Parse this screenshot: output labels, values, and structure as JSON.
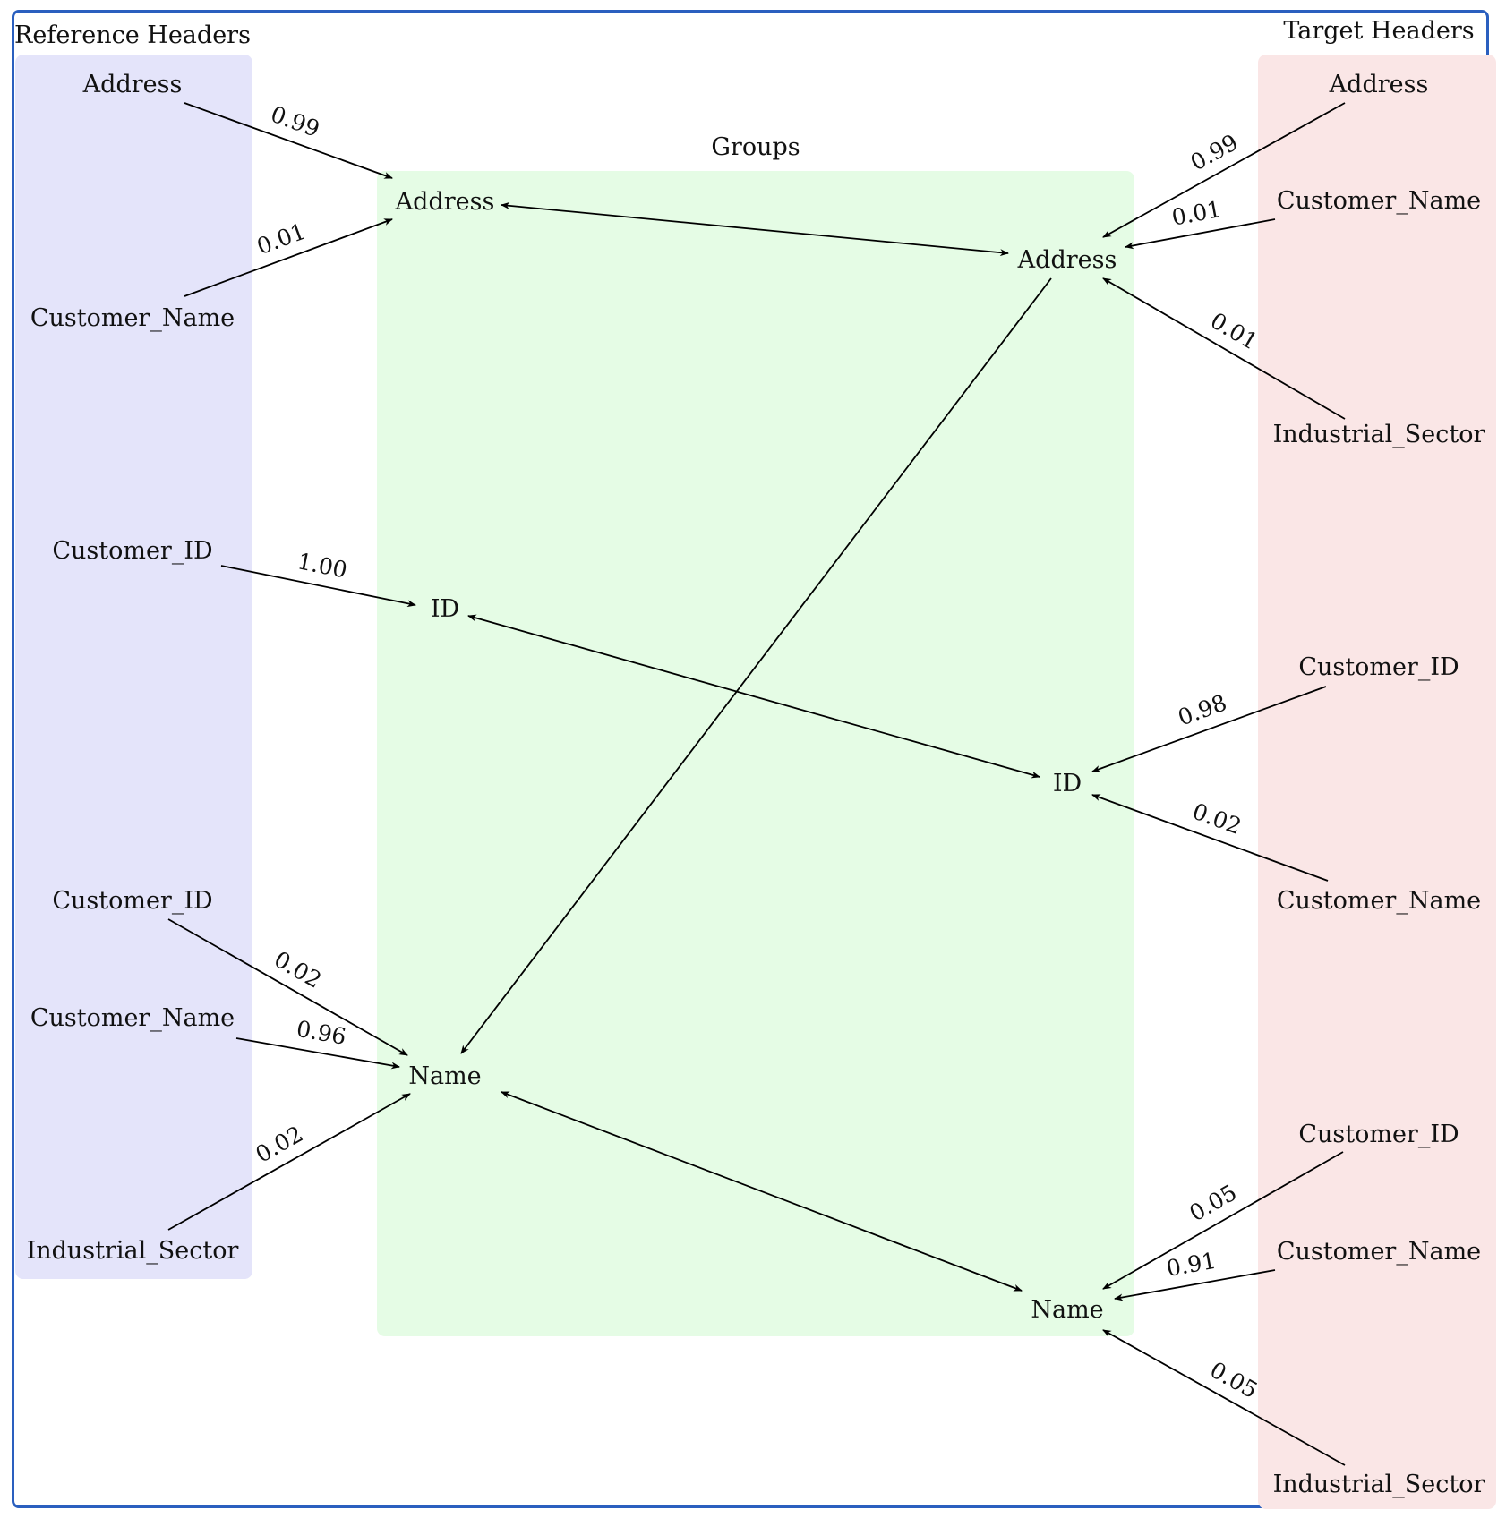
{
  "colors": {
    "frame": "#2a5fbf",
    "reference_panel": "#e4e4fa",
    "groups_panel": "#e5fce5",
    "target_panel": "#fae6e6",
    "edge": "#000000"
  },
  "panels": {
    "reference_title": "Reference Headers",
    "groups_title": "Groups",
    "target_title": "Target Headers"
  },
  "reference_headers": [
    {
      "id": "r1",
      "label": "Address"
    },
    {
      "id": "r2",
      "label": "Customer_Name"
    },
    {
      "id": "r3",
      "label": "Customer_ID"
    },
    {
      "id": "r4",
      "label": "Customer_ID"
    },
    {
      "id": "r5",
      "label": "Customer_Name"
    },
    {
      "id": "r6",
      "label": "Industrial_Sector"
    }
  ],
  "groups_left": [
    {
      "id": "gl1",
      "label": "Address"
    },
    {
      "id": "gl2",
      "label": "ID"
    },
    {
      "id": "gl3",
      "label": "Name"
    }
  ],
  "groups_right": [
    {
      "id": "gr1",
      "label": "Address"
    },
    {
      "id": "gr2",
      "label": "ID"
    },
    {
      "id": "gr3",
      "label": "Name"
    }
  ],
  "target_headers": [
    {
      "id": "t1",
      "label": "Address"
    },
    {
      "id": "t2",
      "label": "Customer_Name"
    },
    {
      "id": "t3",
      "label": "Industrial_Sector"
    },
    {
      "id": "t4",
      "label": "Customer_ID"
    },
    {
      "id": "t5",
      "label": "Customer_Name"
    },
    {
      "id": "t6",
      "label": "Customer_ID"
    },
    {
      "id": "t7",
      "label": "Customer_Name"
    },
    {
      "id": "t8",
      "label": "Industrial_Sector"
    }
  ],
  "weighted_edges": [
    {
      "from": "r1",
      "to": "gl1",
      "weight": "0.99"
    },
    {
      "from": "r2",
      "to": "gl1",
      "weight": "0.01"
    },
    {
      "from": "r3",
      "to": "gl2",
      "weight": "1.00"
    },
    {
      "from": "r4",
      "to": "gl3",
      "weight": "0.02"
    },
    {
      "from": "r5",
      "to": "gl3",
      "weight": "0.96"
    },
    {
      "from": "r6",
      "to": "gl3",
      "weight": "0.02"
    },
    {
      "from": "t1",
      "to": "gr1",
      "weight": "0.99"
    },
    {
      "from": "t2",
      "to": "gr1",
      "weight": "0.01"
    },
    {
      "from": "t3",
      "to": "gr1",
      "weight": "0.01"
    },
    {
      "from": "t4",
      "to": "gr2",
      "weight": "0.98"
    },
    {
      "from": "t5",
      "to": "gr2",
      "weight": "0.02"
    },
    {
      "from": "t6",
      "to": "gr3",
      "weight": "0.05"
    },
    {
      "from": "t7",
      "to": "gr3",
      "weight": "0.91"
    },
    {
      "from": "t8",
      "to": "gr3",
      "weight": "0.05"
    }
  ],
  "group_links": [
    {
      "a": "gl1",
      "b": "gr1"
    },
    {
      "a": "gl2",
      "b": "gr2"
    },
    {
      "a": "gl3",
      "b": "gr3"
    },
    {
      "a": "gr1",
      "b": "gl3",
      "directed": true
    }
  ]
}
